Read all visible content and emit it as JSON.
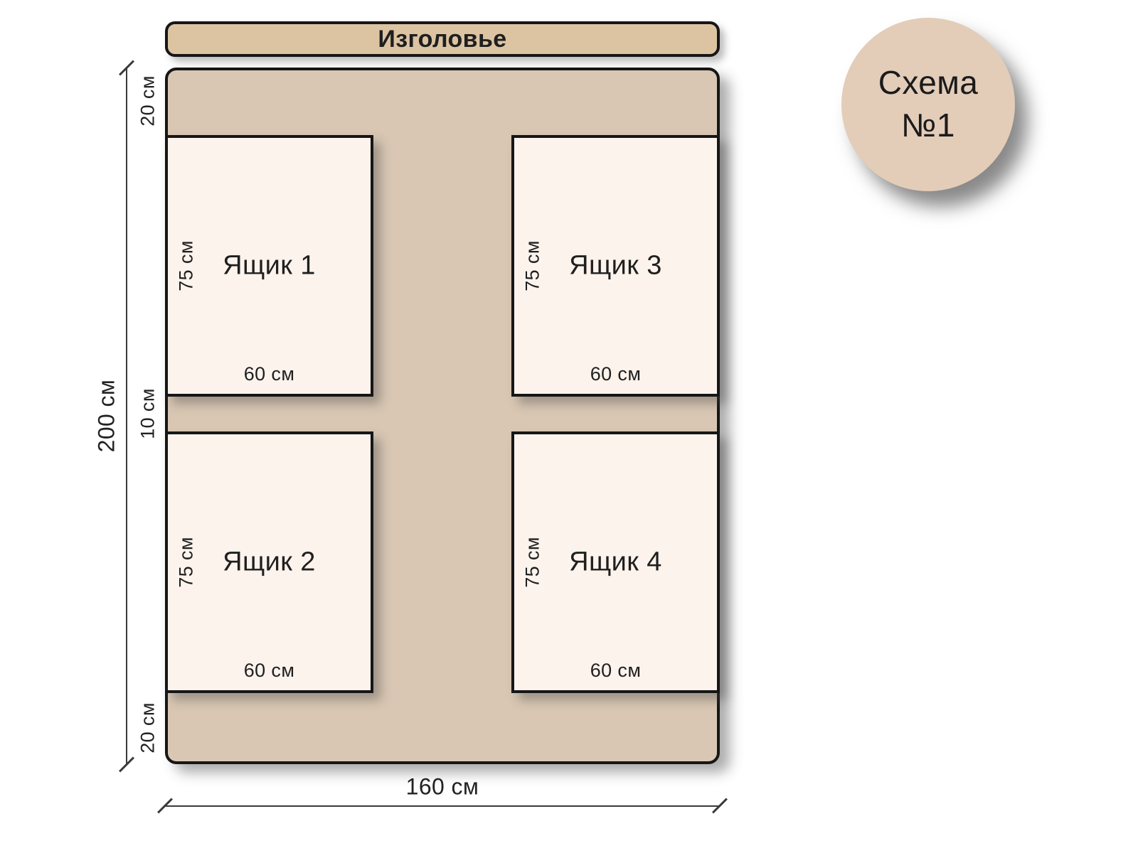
{
  "badge": {
    "line1": "Схема",
    "line2": "№1"
  },
  "headboard": {
    "label": "Изголовье"
  },
  "dimensions": {
    "total_height": "200 см",
    "total_width": "160 см",
    "gap_top": "20 см",
    "gap_middle": "10 см",
    "gap_bottom": "20 см"
  },
  "drawers": [
    {
      "label": "Ящик 1",
      "height": "75 см",
      "width": "60 см"
    },
    {
      "label": "Ящик 2",
      "height": "75 см",
      "width": "60 см"
    },
    {
      "label": "Ящик 3",
      "height": "75 см",
      "width": "60 см"
    },
    {
      "label": "Ящик 4",
      "height": "75 см",
      "width": "60 см"
    }
  ],
  "colors": {
    "bed": "#d9c7b3",
    "headboard": "#dcc3a2",
    "drawer": "#fcf3ec",
    "badge": "#e3cdb9",
    "outline": "#161616",
    "dimension": "#3a3a3a"
  }
}
